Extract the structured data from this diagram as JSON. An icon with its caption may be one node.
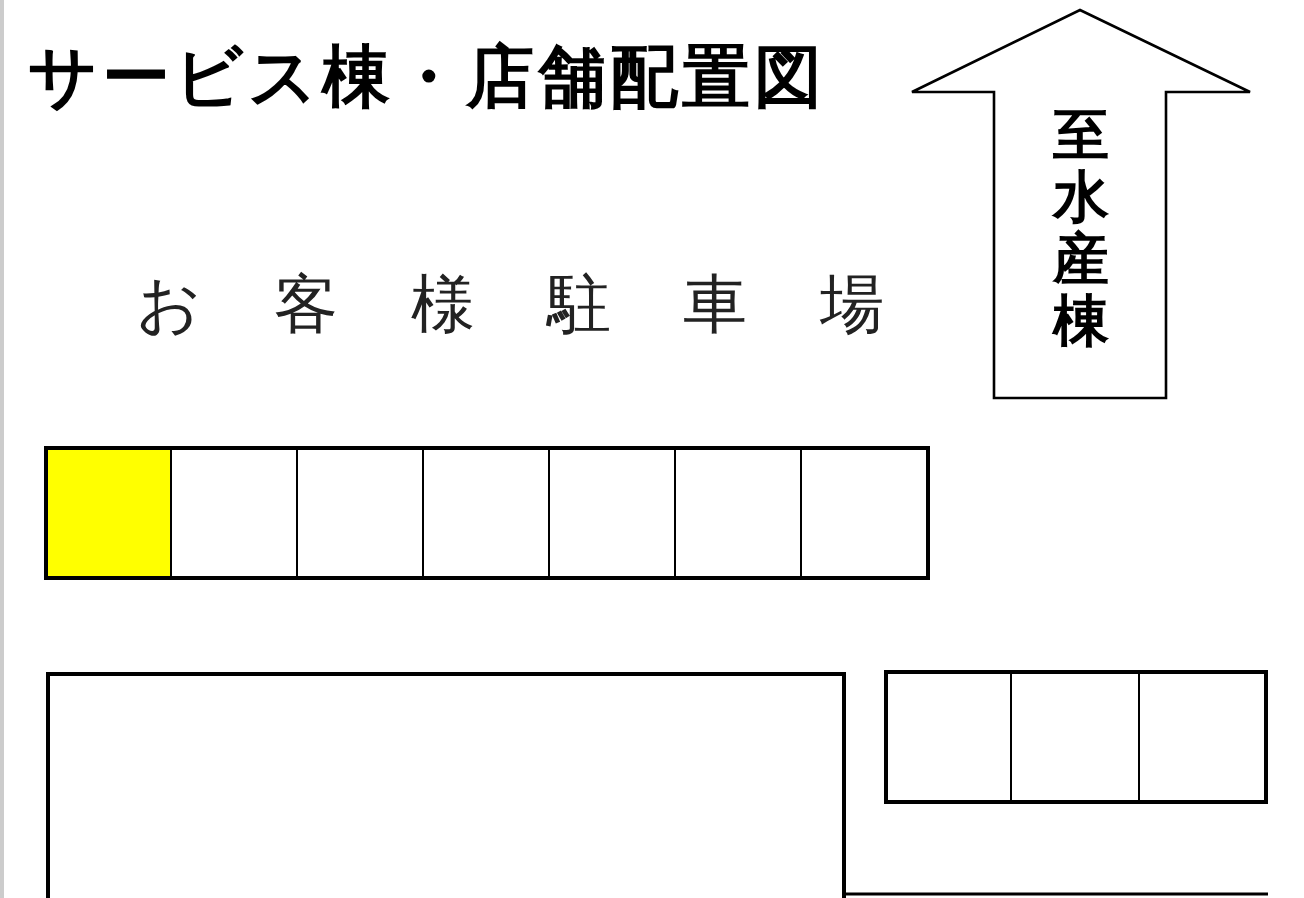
{
  "diagram": {
    "title": "サービス棟・店舗配置図",
    "nodes": [
      {
        "text": [
          "至水産棟"
        ]
      },
      {
        "text": [],
        "shape": "box"
      },
      {
        "text": [],
        "shape": "box"
      },
      {
        "text": [],
        "shape": "box"
      },
      {
        "text": [],
        "shape": "box"
      },
      {
        "text": [],
        "shape": "box"
      },
      {
        "text": [],
        "shape": "box"
      },
      {
        "text": [],
        "shape": "box"
      },
      {
        "text": [],
        "shape": "box"
      },
      {
        "text": [],
        "shape": "box"
      },
      {
        "text": [],
        "shape": "box"
      },
      {
        "text": [],
        "shape": "box"
      }
    ],
    "labels": [
      "お 客 様 駐 車 場"
    ]
  }
}
